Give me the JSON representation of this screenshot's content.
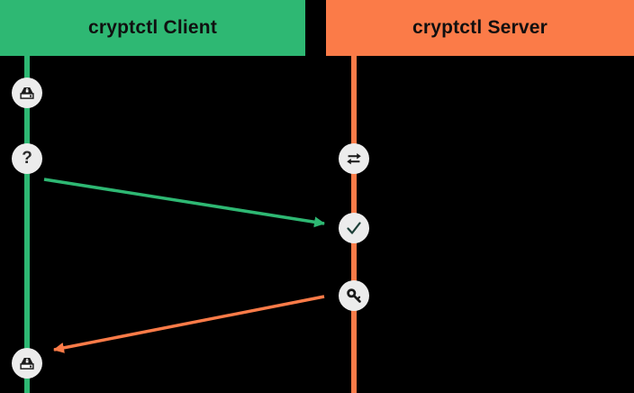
{
  "diagram": {
    "background": "#000000",
    "node_background": "#ececec",
    "client": {
      "label": "cryptctl Client",
      "color": "#2eb873"
    },
    "server": {
      "label": "cryptctl Server",
      "color": "#fb7b48"
    },
    "client_nodes": [
      {
        "icon": "encrypted-disk-icon"
      },
      {
        "icon": "question-icon",
        "glyph": "?"
      },
      {
        "icon": "encrypted-disk-icon"
      }
    ],
    "server_nodes": [
      {
        "icon": "swap-arrows-icon"
      },
      {
        "icon": "check-icon",
        "color": "#1d4038"
      },
      {
        "icon": "key-icon"
      }
    ],
    "messages": [
      {
        "from": "client",
        "to": "server",
        "color": "#2eb873"
      },
      {
        "from": "server",
        "to": "client",
        "color": "#fb7b48"
      }
    ]
  }
}
